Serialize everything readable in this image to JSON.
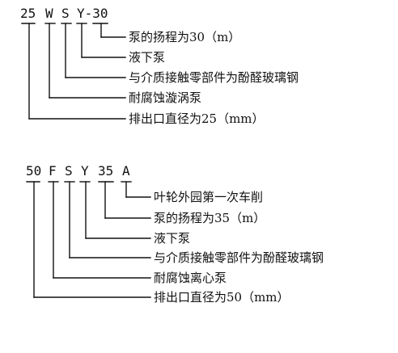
{
  "diagram1": {
    "code": [
      "25",
      "W",
      "S",
      "Y-30"
    ],
    "descriptions": [
      "泵的扬程为30（m）",
      "液下泵",
      "与介质接触零部件为酚醛玻璃钢",
      "耐腐蚀漩涡泵",
      "排出口直径为25（mm）"
    ]
  },
  "diagram2": {
    "code": [
      "50",
      "F",
      "S",
      "Y",
      "35",
      "A"
    ],
    "descriptions": [
      "叶轮外园第一次车削",
      "泵的扬程为35（m）",
      "液下泵",
      "与介质接触零部件为酚醛玻璃钢",
      "耐腐蚀离心泵",
      "排出口直径为50（mm）"
    ]
  },
  "colors": {
    "ink": "#111111",
    "background": "#ffffff"
  }
}
